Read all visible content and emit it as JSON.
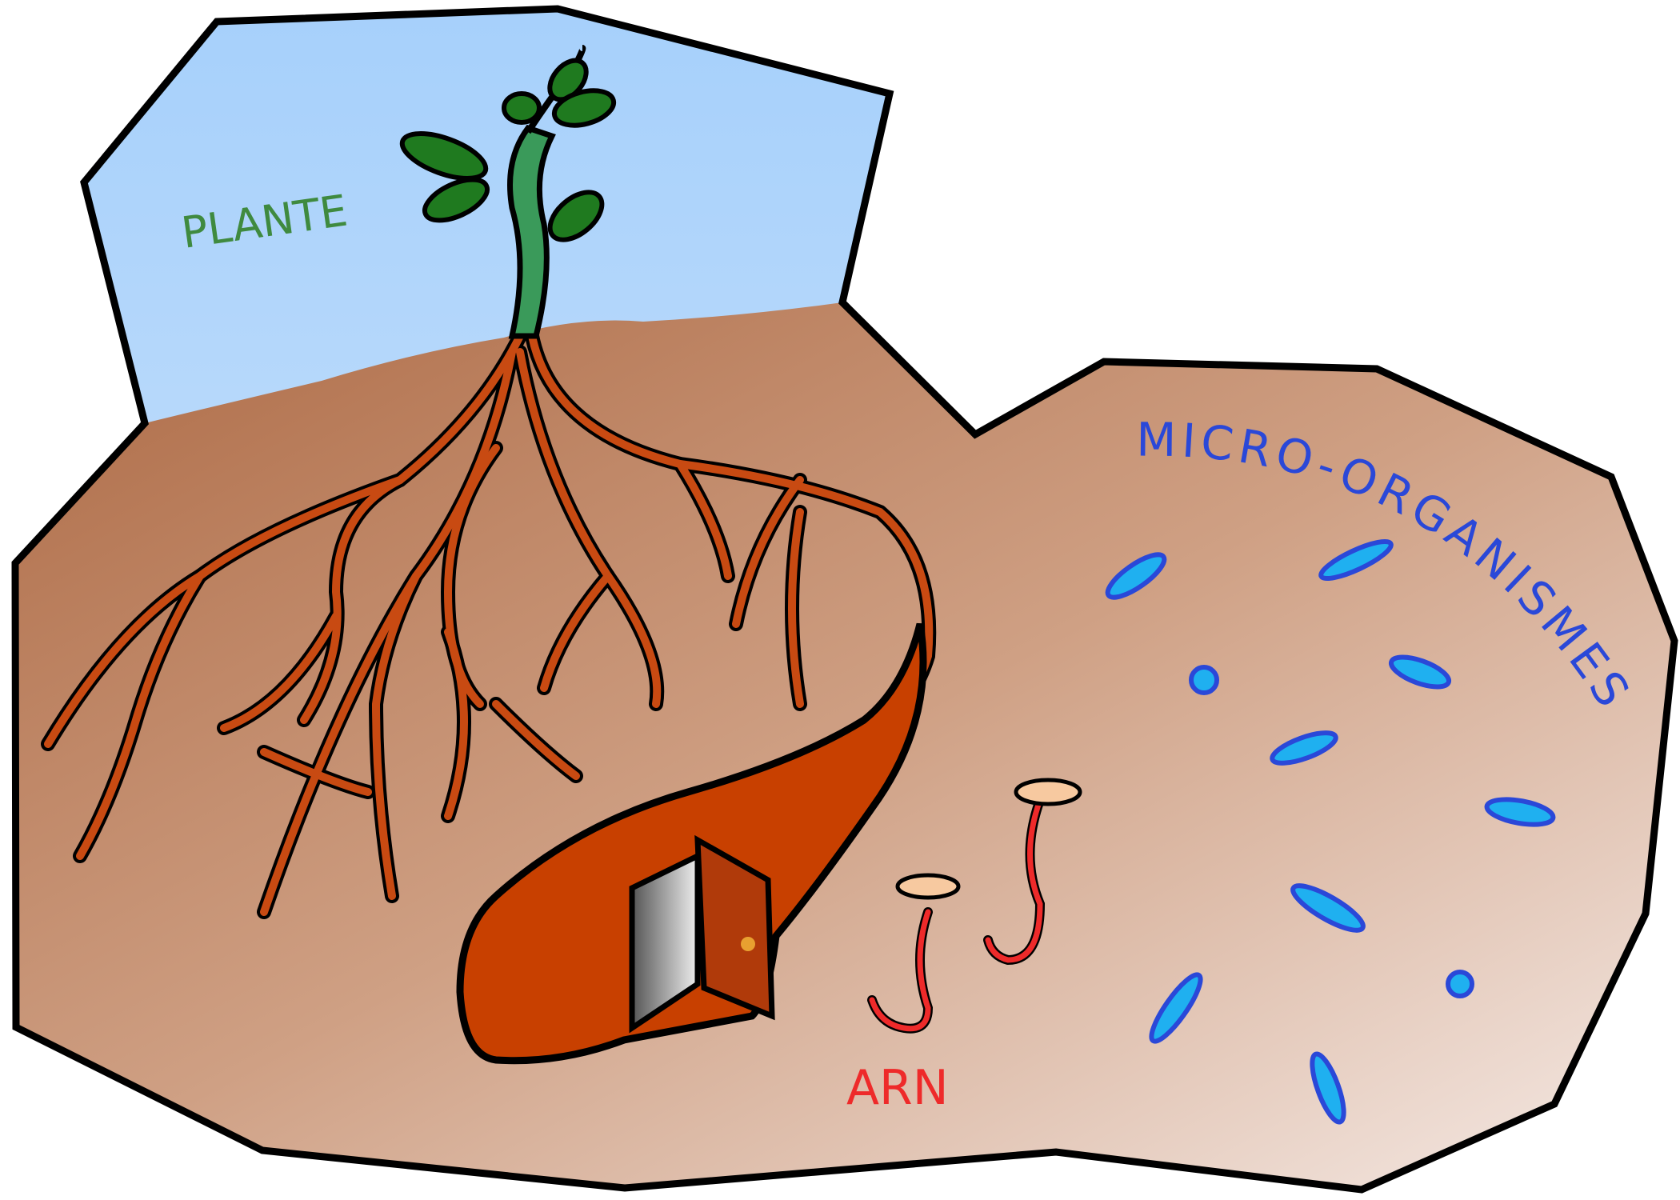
{
  "labels": {
    "plant": "PLANTE",
    "microorganisms": "MICRO-ORGANISMES",
    "rna": "ARN"
  },
  "colors": {
    "sky_top": "#a6d0fb",
    "sky_bottom": "#d6e8fb",
    "soil_dark": "#ad6a45",
    "soil_light": "#f6ece8",
    "root": "#c84a12",
    "leaf": "#1f7a1f",
    "stem": "#3a9a5a",
    "microbe": "#1fb0f0",
    "rna": "#ee2a2a",
    "plant_label": "#3f8a3f",
    "micro_label": "#2a48d8"
  }
}
